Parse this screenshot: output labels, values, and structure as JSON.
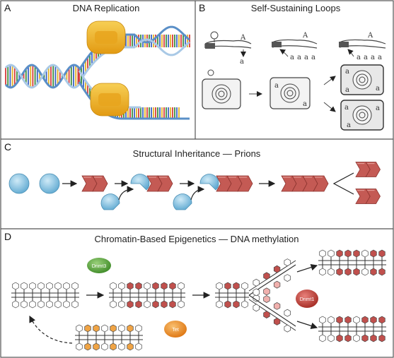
{
  "panels": {
    "a": {
      "letter": "A",
      "title": "DNA Replication"
    },
    "b": {
      "letter": "B",
      "title": "Self-Sustaining Loops",
      "sketch_letter_big": "A",
      "sketch_letter_small": "a"
    },
    "c": {
      "letter": "C",
      "title": "Structural Inheritance — Prions"
    },
    "d": {
      "letter": "D",
      "title": "Chromatin-Based Epigenetics — DNA methylation",
      "enzyme_dnmt3": "Dnmt3",
      "enzyme_tet": "Tet",
      "enzyme_dnmt1": "Dnmt1"
    }
  },
  "colors": {
    "border": "#555555",
    "polymerase": "#f2b623",
    "prion_monomer": "#7ec4e6",
    "prion_fibril": "#c45a54",
    "methyl_mark": "#c0504d",
    "demethyl_mark": "#f0a445",
    "dnmt3": "#57a63a",
    "tet": "#ea8a1d",
    "dnmt1": "#c0392b",
    "base_colors": [
      "#d63a3a",
      "#3b8c3b",
      "#3b62c4",
      "#e3b326"
    ]
  },
  "icons": [
    "prion-monomer-icon",
    "prion-fibril-icon",
    "nucleosome-icon",
    "dna-polymerase-icon",
    "cell-icon"
  ]
}
